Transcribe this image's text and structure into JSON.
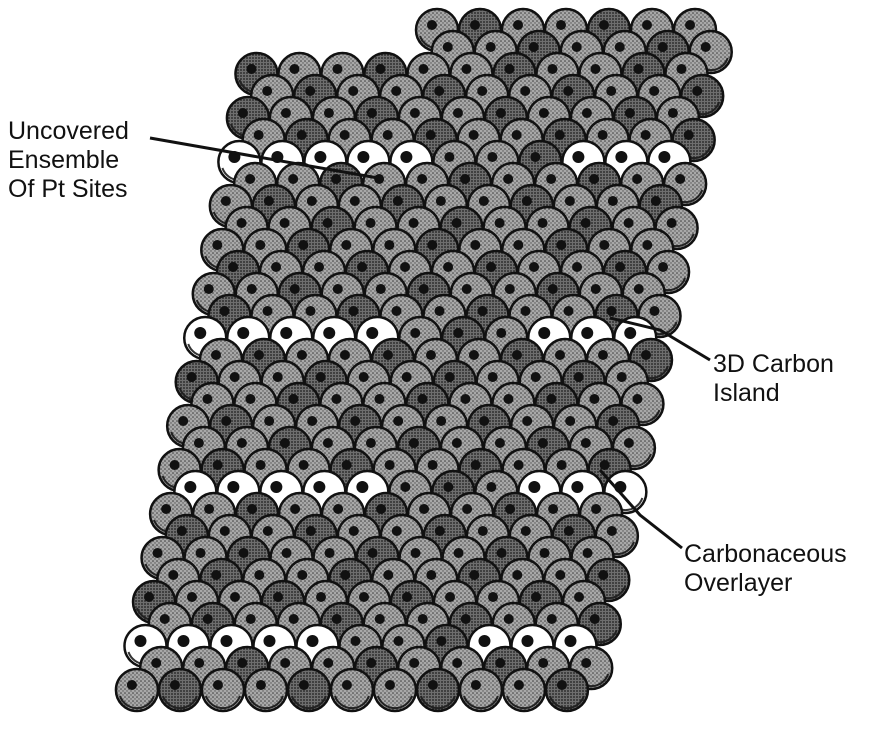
{
  "labels": {
    "uncovered_ensemble": "Uncovered\nEnsemble\nOf Pt Sites",
    "carbon_island": "3D Carbon\nIsland",
    "carbonaceous_overlayer": "Carbonaceous\nOverlayer"
  },
  "colors": {
    "ink": "#111111",
    "covered_atom": "#8a8a8a",
    "exposed_pt_atom": "#ffffff",
    "background": "#ffffff"
  }
}
